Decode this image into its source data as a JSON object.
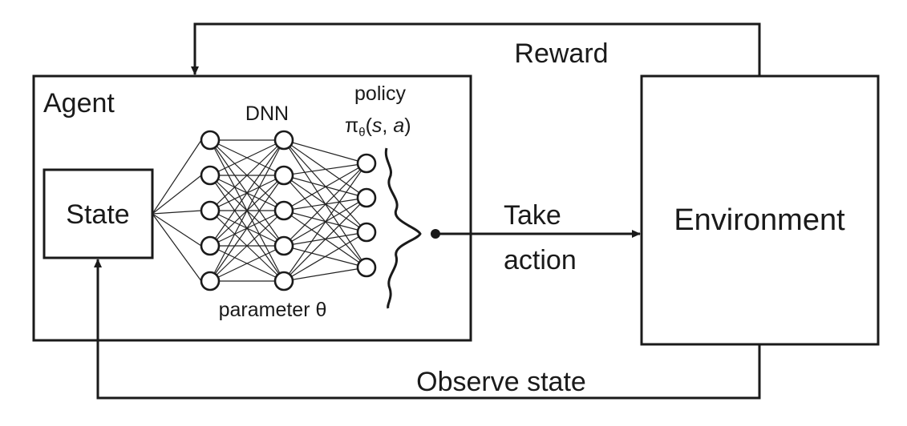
{
  "agent": {
    "label": "Agent"
  },
  "state": {
    "label": "State"
  },
  "dnn": {
    "label": "DNN",
    "parameter_label": "parameter θ",
    "layers": [
      5,
      5,
      4
    ]
  },
  "policy": {
    "label": "policy",
    "symbol": "π",
    "subscript": "θ",
    "args_open": "(",
    "arg_s": "s",
    "args_sep": ", ",
    "arg_a": "a",
    "args_close": ")"
  },
  "environment": {
    "label": "Environment"
  },
  "arrows": {
    "reward": "Reward",
    "take_action_line1": "Take",
    "take_action_line2": "action",
    "observe_state": "Observe state"
  },
  "colors": {
    "stroke": "#1a1a1a",
    "background": "#ffffff"
  }
}
